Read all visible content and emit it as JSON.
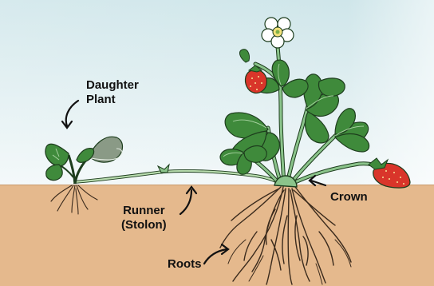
{
  "diagram": {
    "labels": {
      "daughter_plant": "Daughter\nPlant",
      "runner": "Runner\n(Stolon)",
      "crown": "Crown",
      "roots": "Roots"
    },
    "colors": {
      "sky_top": "#cfe6ea",
      "sky_bottom": "#f2f8f9",
      "soil": "#e5b98d",
      "leaf": "#3f8a3b",
      "leaf_dark": "#2c6a2c",
      "stem": "#8bc48b",
      "berry": "#d9352a",
      "flower": "#ffffff",
      "root": "#3a2a1c",
      "ink": "#111111"
    }
  }
}
